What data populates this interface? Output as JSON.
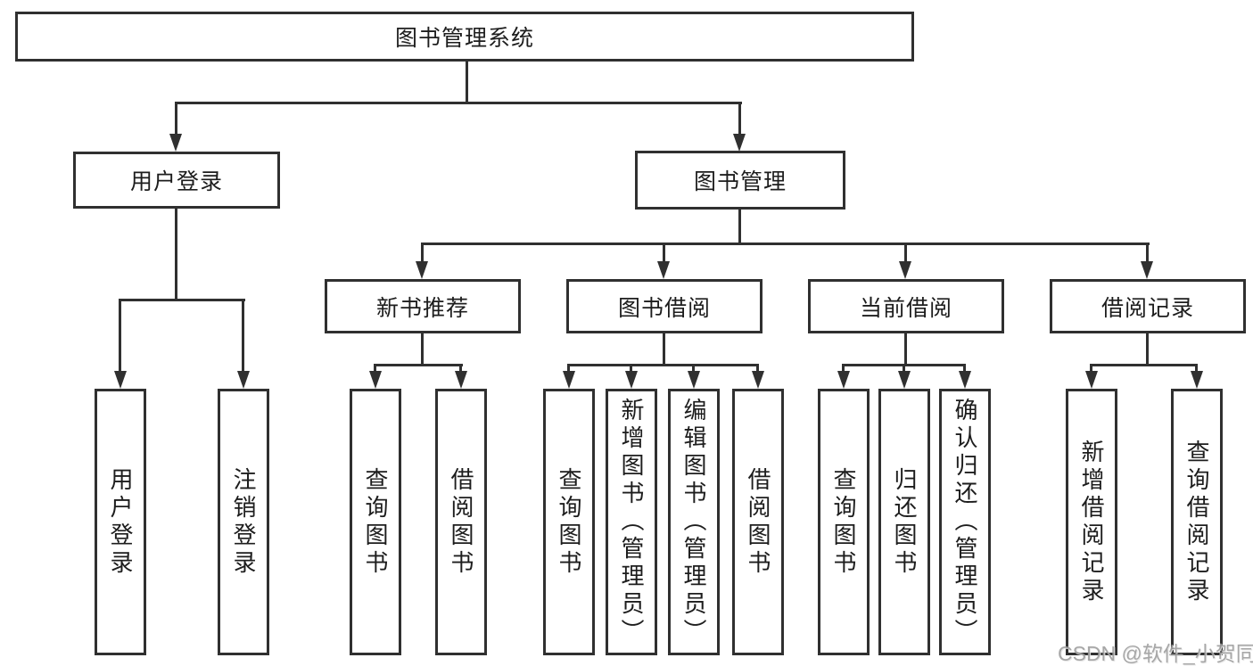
{
  "diagram": {
    "root": "图书管理系统",
    "level2": [
      "用户登录",
      "图书管理"
    ],
    "level3": [
      "新书推荐",
      "图书借阅",
      "当前借阅",
      "借阅记录"
    ],
    "leaves": {
      "user_login": [
        "用户登录",
        "注销登录"
      ],
      "new_books": [
        "查询图书",
        "借阅图书"
      ],
      "book_borrow": [
        "查询图书",
        "新增图书（管理员）",
        "编辑图书（管理员）",
        "借阅图书"
      ],
      "current_borrow": [
        "查询图书",
        "归还图书",
        "确认归还（管理员）"
      ],
      "borrow_records": [
        "新增借阅记录",
        "查询借阅记录"
      ]
    }
  },
  "watermark": "CSDN @软件_小贺同学",
  "colors": {
    "line": "#303030",
    "text": "#1d1d1d",
    "background": "#ffffff",
    "watermark": "#9e9e9e"
  }
}
